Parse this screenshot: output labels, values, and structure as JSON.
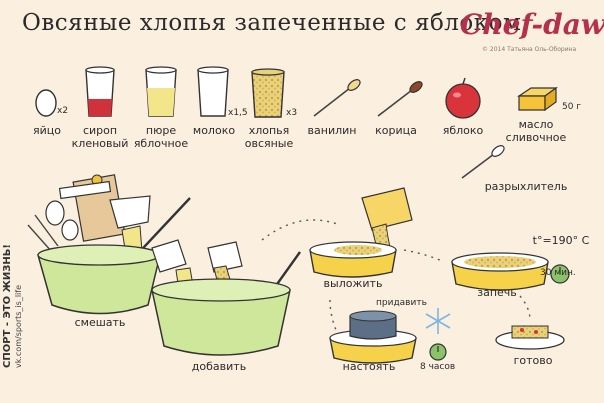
{
  "header": {
    "title": "Овсяные хлопья запеченные с яблоком",
    "logo": "Chef-daw",
    "copyright": "© 2014 Татьяна Оль-Оборина"
  },
  "ingredients": {
    "egg": {
      "label": "яйцо",
      "qty": "x2"
    },
    "syrup": {
      "label_1": "сироп",
      "label_2": "кленовый"
    },
    "puree": {
      "label_1": "пюре",
      "label_2": "яблочное"
    },
    "milk": {
      "label": "молоко",
      "qty": "x1,5"
    },
    "oats": {
      "label_1": "хлопья",
      "label_2": "овсяные",
      "qty": "x3"
    },
    "vanilla": {
      "label": "ванилин"
    },
    "cinnamon": {
      "label": "корица"
    },
    "apple": {
      "label": "яблоко"
    },
    "butter": {
      "label_1": "масло",
      "label_2": "сливочное",
      "qty": "50 г"
    },
    "baking_powder": {
      "label": "разрыхлитель"
    }
  },
  "steps": {
    "mix": "смешать",
    "add": "добавить",
    "lay_out": "выложить",
    "sprinkle": "придавить",
    "rest": "настоять",
    "rest_time": "8 часов",
    "bake": "запечь",
    "bake_temp": "t°=190° C",
    "bake_time": "30 мин.",
    "done": "готово"
  },
  "sidebar": {
    "brand": "СПОРТ - ЭТО ЖИЗНЬ!",
    "url": "vk.com/sports_is_life"
  },
  "colors": {
    "background": "#fbefe0",
    "bowl": "#cfe79a",
    "dish": "#f6d24a",
    "apple": "#d9343c",
    "butter": "#f5c23a",
    "syrup": "#d0323b",
    "puree": "#f3e58a",
    "oats": "#e2c86a",
    "logo": "#b5304a"
  }
}
